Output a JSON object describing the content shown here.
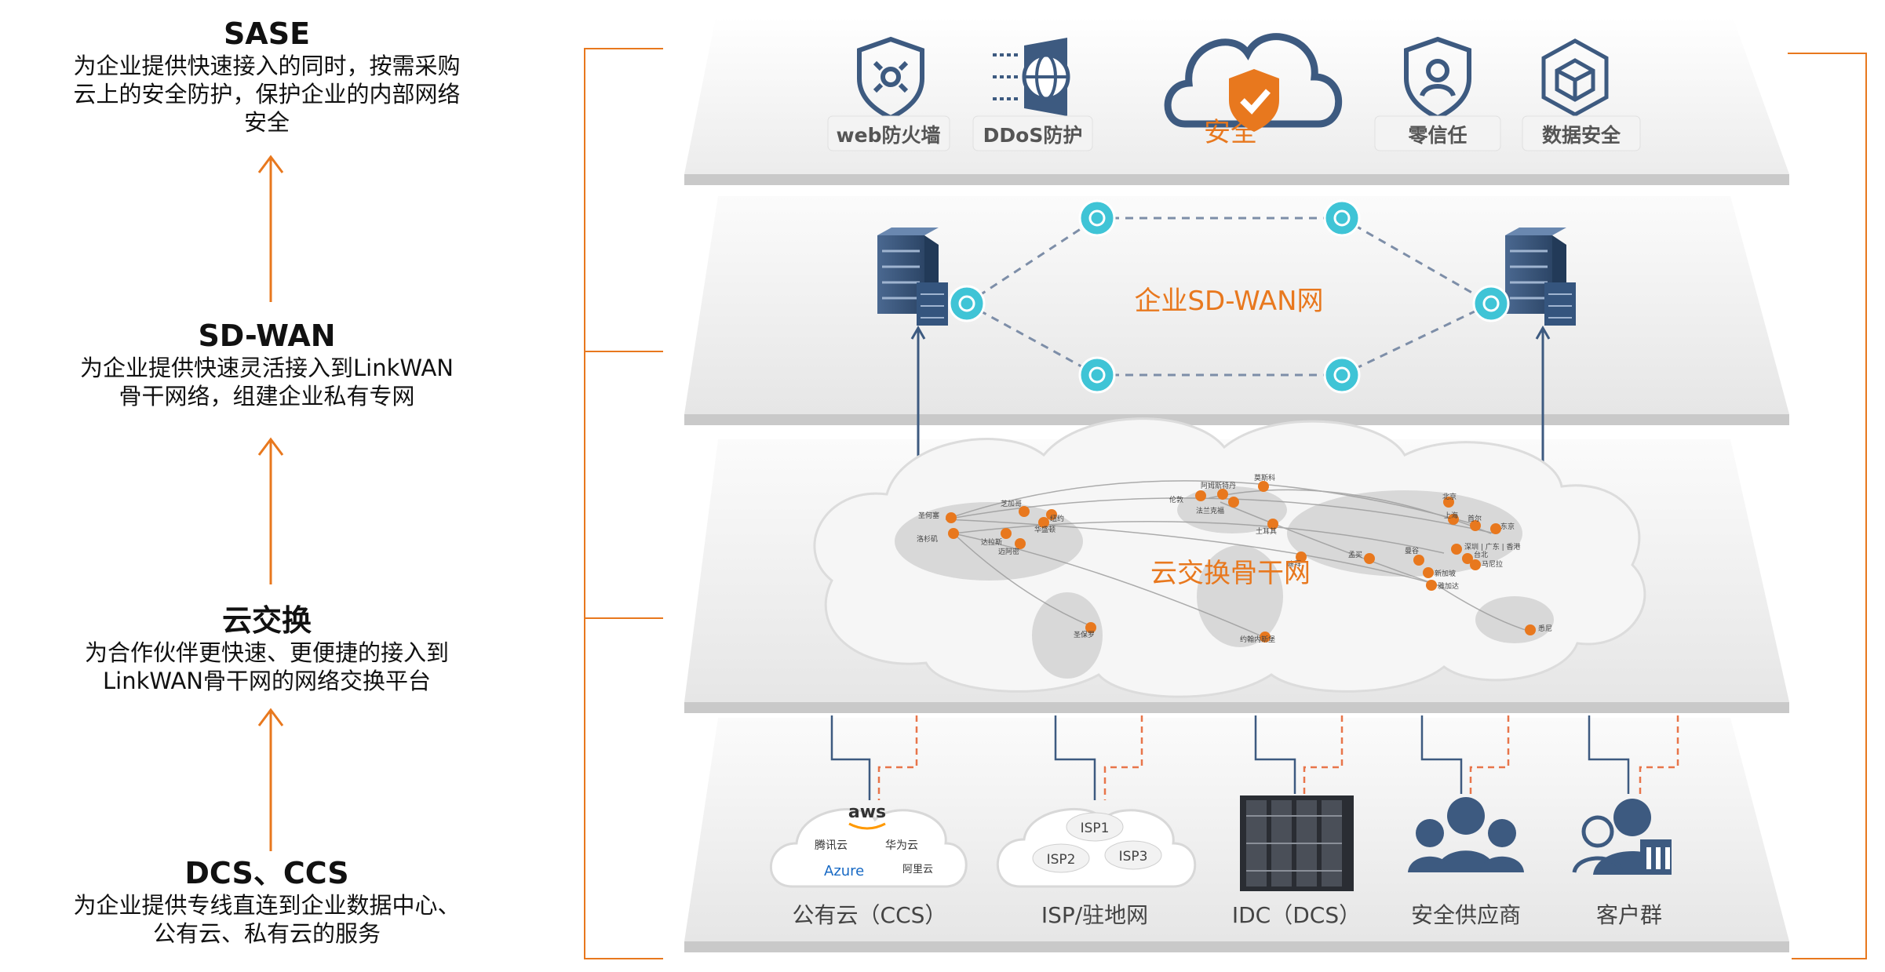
{
  "left": {
    "sase": {
      "title": "SASE",
      "desc": [
        "为企业提供快速接入的同时，按需采购",
        "云上的安全防护，保护企业的内部网络",
        "安全"
      ]
    },
    "sdwan": {
      "title": "SD-WAN",
      "desc": [
        "为企业提供快速灵活接入到LinkWAN",
        "骨干网络，组建企业私有专网"
      ]
    },
    "cx": {
      "title": "云交换",
      "desc": [
        "为合作伙伴更快速、更便捷的接入到",
        "LinkWAN骨干网的网络交换平台"
      ]
    },
    "dcs": {
      "title": "DCS、CCS",
      "desc": [
        "为企业提供专线直连到企业数据中心、",
        "公有云、私有云的服务"
      ]
    }
  },
  "security": {
    "items": [
      {
        "label": "web防火墙",
        "icon": "shield-scan-icon"
      },
      {
        "label": "DDoS防护",
        "icon": "ddos-globe-icon"
      },
      {
        "label": "零信任",
        "icon": "shield-user-icon"
      },
      {
        "label": "数据安全",
        "icon": "data-cube-icon"
      }
    ],
    "center_label": "安全"
  },
  "sdwan_label": "企业SD-WAN网",
  "cloud_exchange_label": "云交换骨干网",
  "map_cities": [
    "圣何塞",
    "洛杉矶",
    "芝加哥",
    "纽约",
    "华盛顿",
    "达拉斯",
    "迈阿密",
    "伦敦",
    "阿姆斯特丹",
    "莫斯科",
    "法兰克福",
    "土耳其",
    "迪拜",
    "孟买",
    "曼谷",
    "新加坡",
    "雅加达",
    "北京",
    "上海",
    "首尔",
    "东京",
    "深圳 | 广东 | 香港",
    "台北",
    "马尼拉",
    "悉尼",
    "约翰内斯堡",
    "圣保罗"
  ],
  "bottom": {
    "items": [
      {
        "label": "公有云（CCS）"
      },
      {
        "label": "ISP/驻地网"
      },
      {
        "label": "IDC（DCS）"
      },
      {
        "label": "安全供应商"
      },
      {
        "label": "客户群"
      }
    ],
    "cloud_vendors": [
      "aws",
      "腾讯云",
      "华为云",
      "Azure",
      "阿里云"
    ],
    "isp": [
      "ISP1",
      "ISP2",
      "ISP3"
    ]
  },
  "colors": {
    "accent": "#E8781E",
    "line_blue": "#3d5a80",
    "node": "#3fc4d6",
    "dash_red": "#e8754a"
  }
}
